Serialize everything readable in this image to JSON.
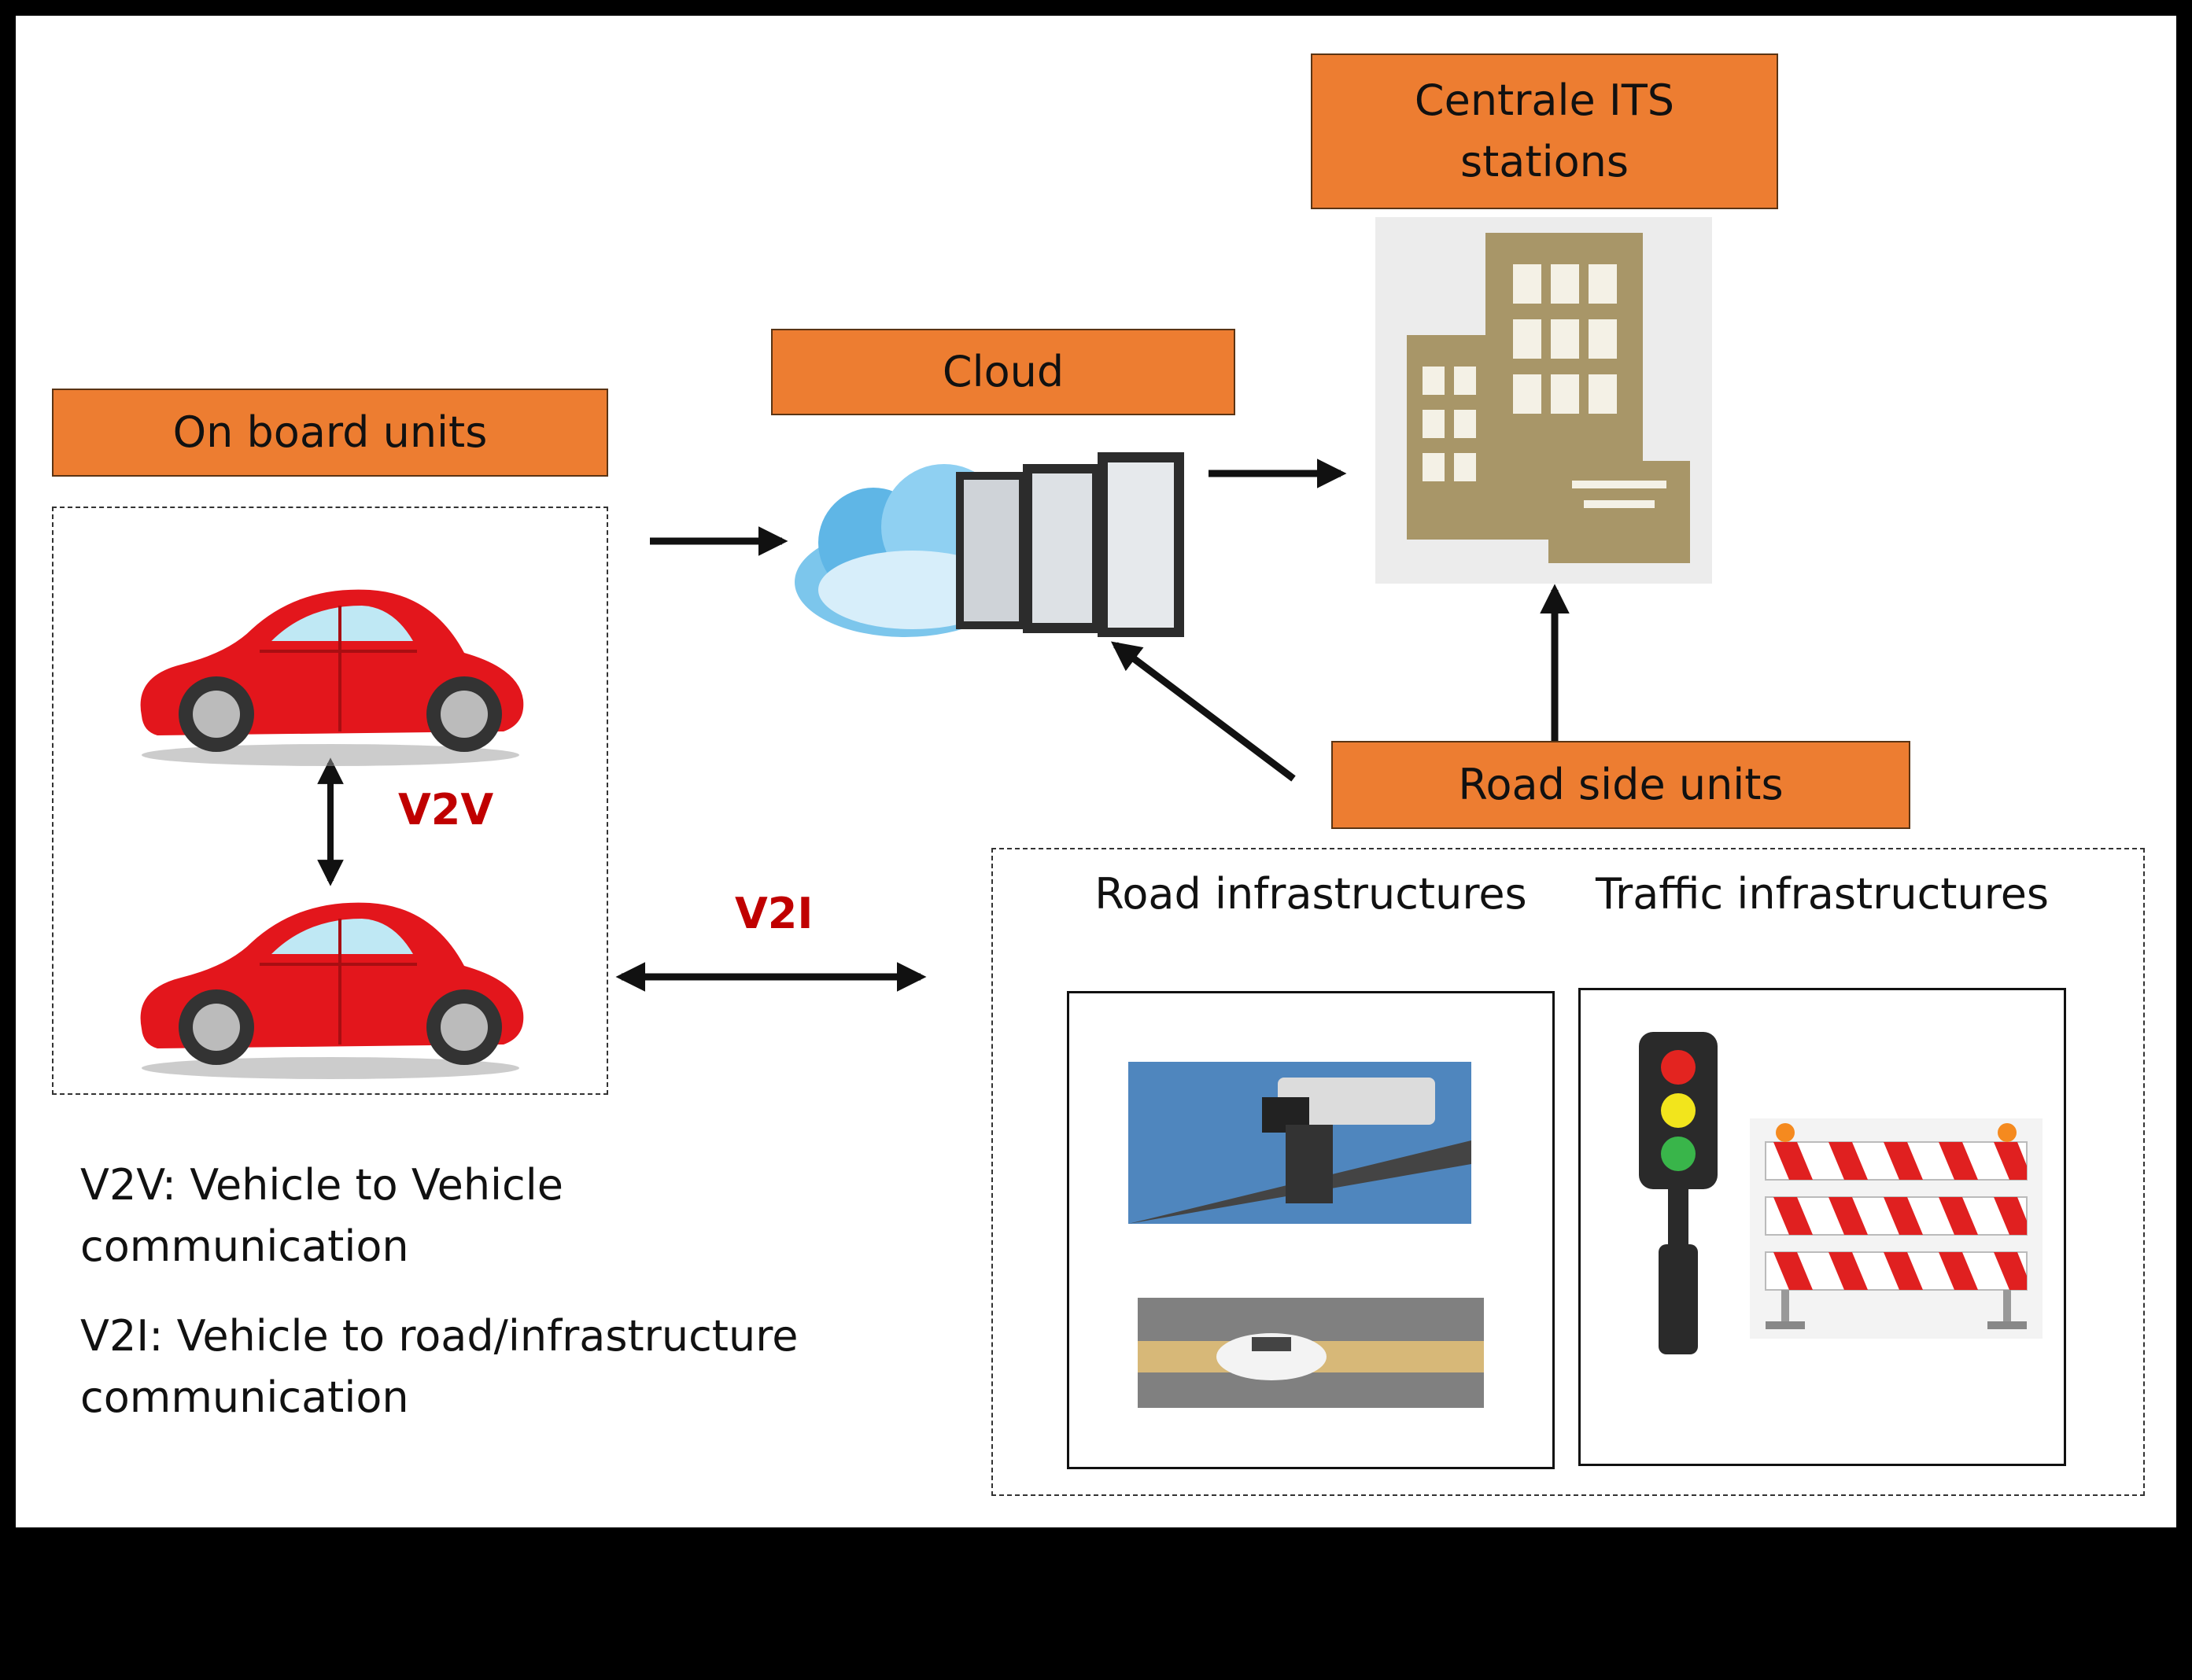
{
  "labels": {
    "on_board_units": "On board units",
    "cloud": "Cloud",
    "centrale_its": "Centrale ITS stations",
    "road_side_units": "Road side units"
  },
  "tags": {
    "v2v": "V2V",
    "v2i": "V2I"
  },
  "groups": {
    "road_infrastructures": "Road infrastructures",
    "traffic_infrastructures": "Traffic infrastructures"
  },
  "legend": {
    "v2v_definition": "V2V: Vehicle to Vehicle communication",
    "v2i_definition": "V2I: Vehicle to road/infrastructure communication"
  },
  "colors": {
    "label_fill": "#ed7d31",
    "tag_red": "#c00000",
    "car_red": "#e3161c",
    "building": "#a89668"
  }
}
